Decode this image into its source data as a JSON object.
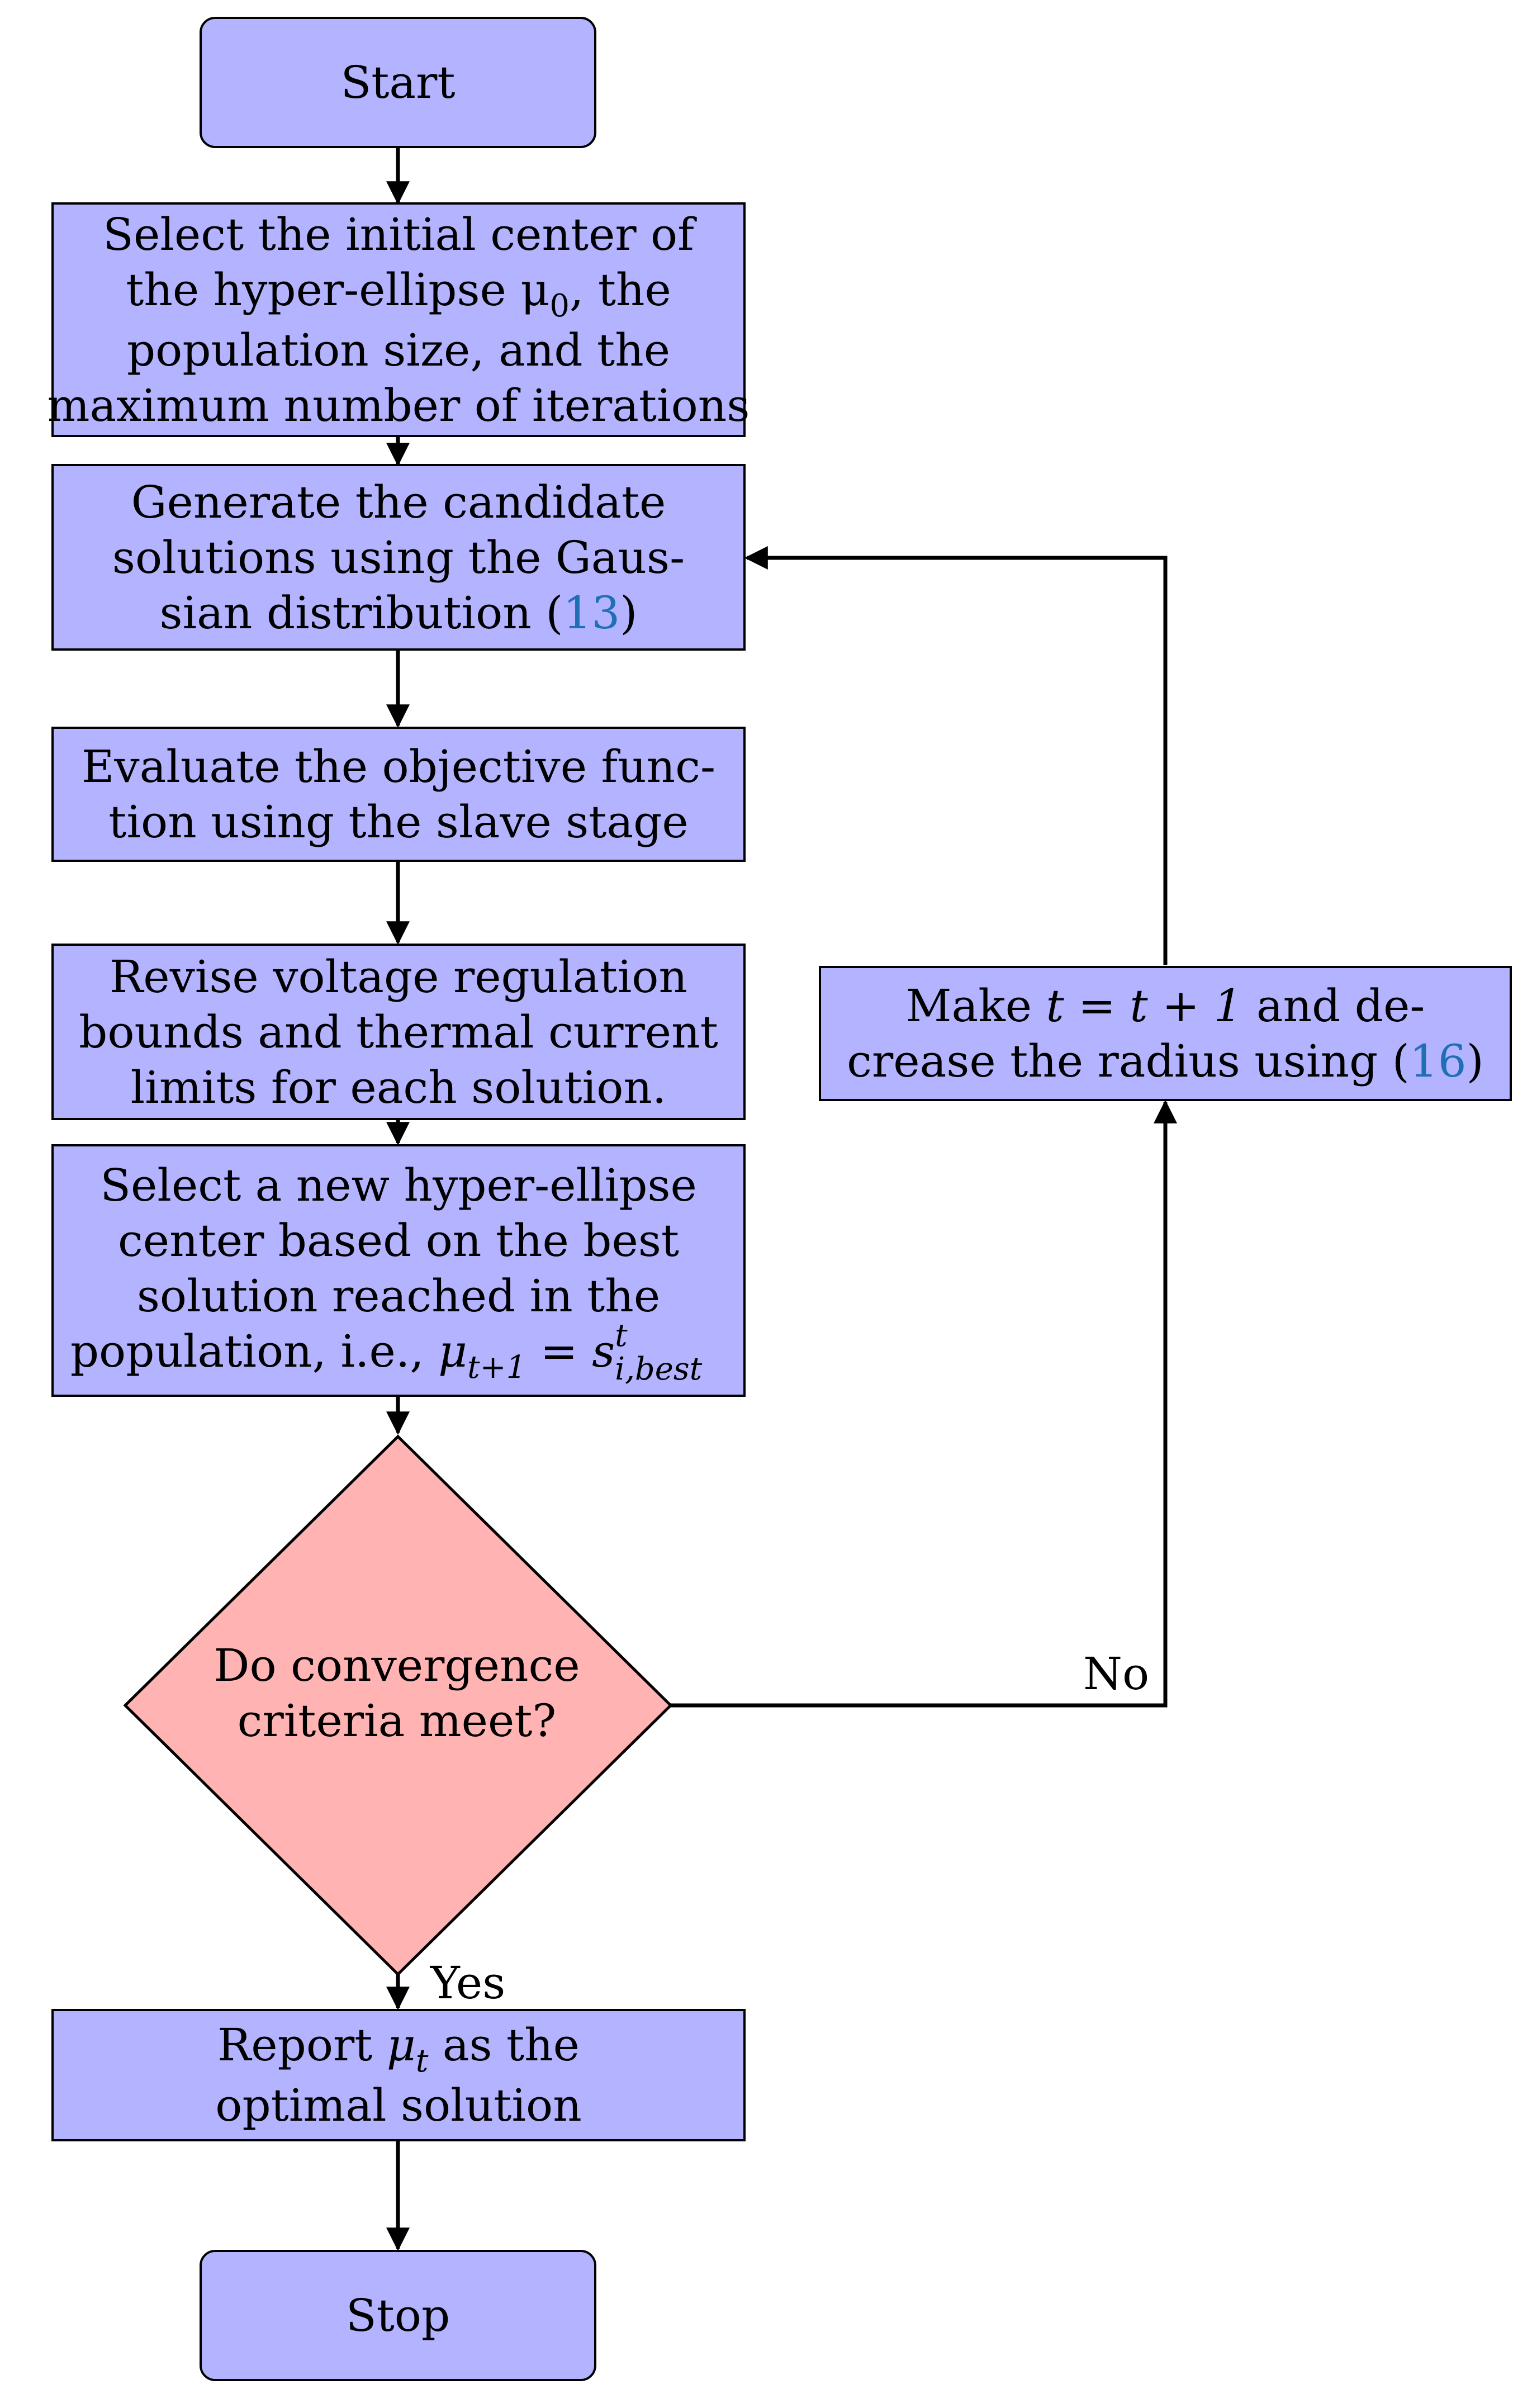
{
  "nodes": {
    "start": {
      "text": "Start"
    },
    "init": {
      "lines": [
        "Select the initial center of",
        "the hyper-ellipse μ",
        "population size, and the",
        "maximum number of iterations"
      ],
      "mu_sub": "0",
      "after_mu": ", the"
    },
    "generate": {
      "lines": [
        "Generate the candidate",
        "solutions using the Gaus-",
        "sian distribution ("
      ],
      "ref": "13",
      "close": ")"
    },
    "evaluate": {
      "lines": [
        "Evaluate the objective func-",
        "tion using the slave stage"
      ]
    },
    "revise": {
      "lines": [
        "Revise voltage regulation",
        "bounds and thermal current",
        "limits for each solution."
      ]
    },
    "select": {
      "lines": [
        "Select a new hyper-ellipse",
        "center based on the best",
        "solution reached in the",
        "population, i.e., "
      ],
      "formula": "μ",
      "formula_sub": "t+1",
      "eq": " = s",
      "sup": "t",
      "sub": "i,best"
    },
    "decision": {
      "lines": [
        "Do convergence",
        "criteria meet?"
      ]
    },
    "report": {
      "lines": [
        "Report ",
        " as the",
        "optimal solution"
      ],
      "mu": "μ",
      "mu_sub": "t"
    },
    "stop": {
      "text": "Stop"
    },
    "update": {
      "lines": [
        "Make ",
        " and de-",
        "crease the radius using ("
      ],
      "formula": "t = t + 1",
      "ref": "16",
      "close": ")"
    }
  },
  "edges": {
    "yes_label": "Yes",
    "no_label": "No"
  },
  "colors": {
    "process_fill": "#b3b3ff",
    "decision_fill": "#ffb3b3",
    "reference": "#1f6fb5",
    "stroke": "#000000"
  }
}
